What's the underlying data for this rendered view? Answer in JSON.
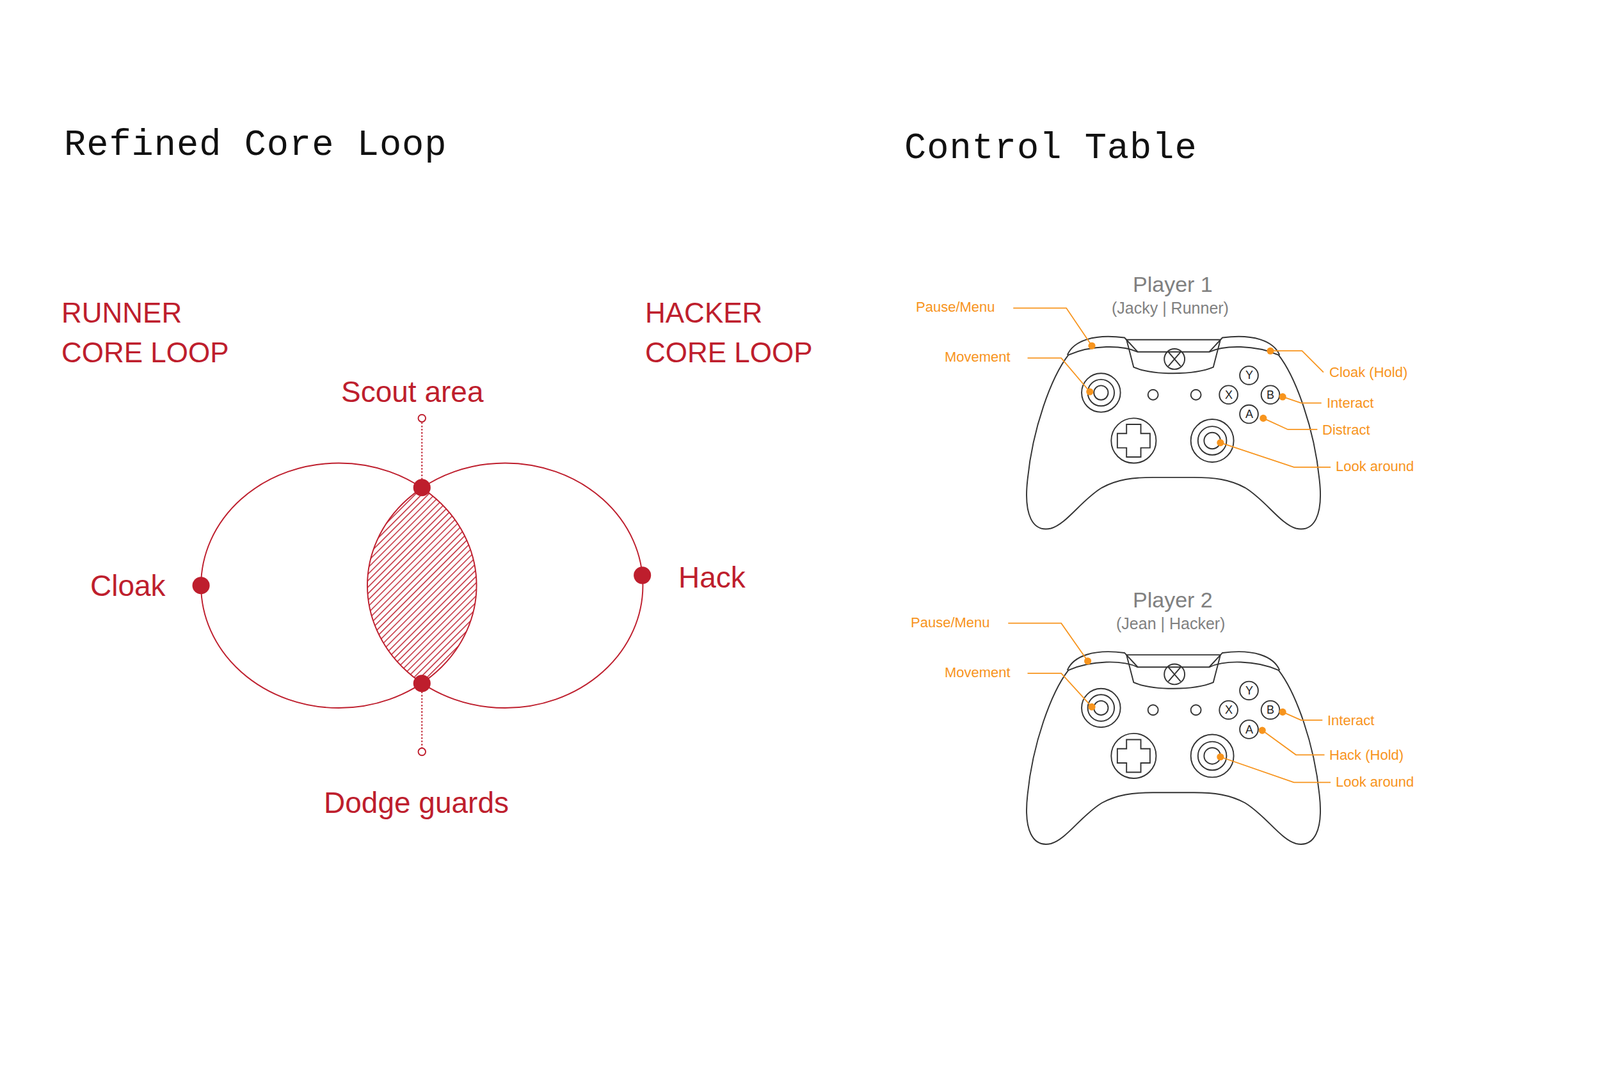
{
  "diagram": {
    "title": "Refined Core Loop",
    "labels": [
      "Control Table",
      "RUNNER CORE LOOP",
      "HACKER CORE LOOP",
      "Scout area",
      "Cloak",
      "Hack",
      "Dodge guards",
      "Player 1",
      "(Jacky | Runner)",
      "Pause/Menu",
      "Movement",
      "Cloak (Hold)",
      "Interact",
      "Distract",
      "Look around",
      "Y",
      "X",
      "B",
      "A",
      "Player 2",
      "(Jean | Hacker)",
      "Pause/Menu",
      "Movement",
      "Interact",
      "Hack (Hold)",
      "Look around",
      "Y",
      "X",
      "B",
      "A"
    ]
  }
}
